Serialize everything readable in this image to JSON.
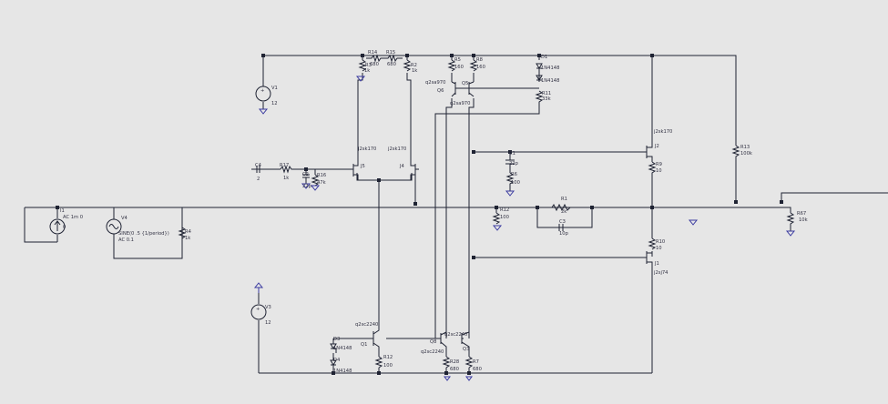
{
  "colors": {
    "background": "#e6e6e6",
    "wire": "#1f2333",
    "ground": "#3a3aa0",
    "label": "#333344"
  },
  "labels": {
    "R14": "R14",
    "R14v": "680",
    "R15": "R15",
    "R15v": "680",
    "R3": "R3",
    "R3v": "1k",
    "R2": "R2",
    "R2v": "1k",
    "R5": "R5",
    "R5v": "160",
    "R8": "R8",
    "R8v": "160",
    "D1": "D1",
    "D1v": "1N4148",
    "D2v": "1N4148",
    "R11": "R11",
    "R11v": "33k",
    "Q5m": "q2sa970",
    "Q6": "Q6",
    "Q5": "Q5",
    "Q6m": "q2sa970",
    "V1": "V1",
    "V1v": "12",
    "J2m": "j2sk170",
    "J2": "J2",
    "R13": "R13",
    "R13v": "100k",
    "J5m": "j2sk170",
    "J4m": "j2sk170",
    "J5": "J5",
    "J4": "J4",
    "C1": "C1",
    "C1v": "22p",
    "R9": "R9",
    "R9v": "10",
    "C4": "C4",
    "C4v": "2",
    "R17": "R17",
    "R17v": "1k",
    "C2": "C2",
    "C2v": "22p",
    "R16": "R16",
    "R16v": "47k",
    "R6": "R6",
    "R6v": "100",
    "I1": "I1",
    "I1v": "AC 1m 0",
    "I1z": "0",
    "V4": "V4",
    "V4v": "SINE(0 .5 {1/period})",
    "V4ac": "AC 0.1",
    "R4": "R4",
    "R4v": "1k",
    "R1": "R1",
    "R1v": "2k",
    "R12a": "R12",
    "R12av": "100",
    "C3": "C3",
    "C3v": "10p",
    "R67": "R67",
    "R67v": "10k",
    "R10": "R10",
    "R10v": "10",
    "J1": "J1",
    "J1m": "j2sj74",
    "V3": "V3",
    "V3v": "12",
    "Q1m": "q2sc2240",
    "D3": "D3",
    "D3v": "1N4148",
    "Q1": "Q1",
    "R12": "R12",
    "R12v": "100",
    "D4": "D4",
    "D4v": "1N4148",
    "Q3m": "q2sc2240",
    "Q2m": "q2sc2240",
    "Q8": "Q8",
    "Q3": "Q3",
    "R28": "R28",
    "R28v": "680",
    "R7": "R7",
    "R7v": "680"
  }
}
